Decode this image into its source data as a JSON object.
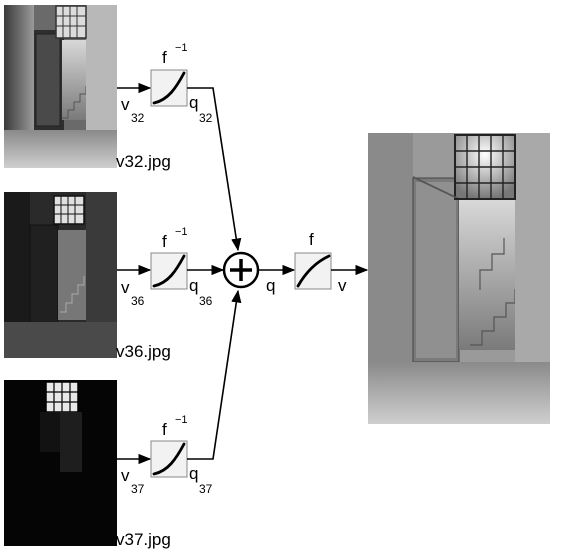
{
  "images": [
    {
      "file": "v32.jpg",
      "exposure": "medium"
    },
    {
      "file": "v36.jpg",
      "exposure": "dark"
    },
    {
      "file": "v37.jpg",
      "exposure": "very-dark"
    },
    {
      "file": "",
      "exposure": "fused-result"
    }
  ],
  "rows": [
    {
      "input": "v",
      "input_sub": "32",
      "func": "f",
      "func_sup": "−1",
      "output": "q",
      "output_sub": "32"
    },
    {
      "input": "v",
      "input_sub": "36",
      "func": "f",
      "func_sup": "−1",
      "output": "q",
      "output_sub": "36"
    },
    {
      "input": "v",
      "input_sub": "37",
      "func": "f",
      "func_sup": "−1",
      "output": "q",
      "output_sub": "37"
    }
  ],
  "combine": {
    "operator": "+",
    "output": "q",
    "func": "f",
    "result": "v"
  },
  "colors": {
    "stroke": "#000000",
    "box_fill": "#f2f2f2",
    "box_stroke": "#888888"
  }
}
